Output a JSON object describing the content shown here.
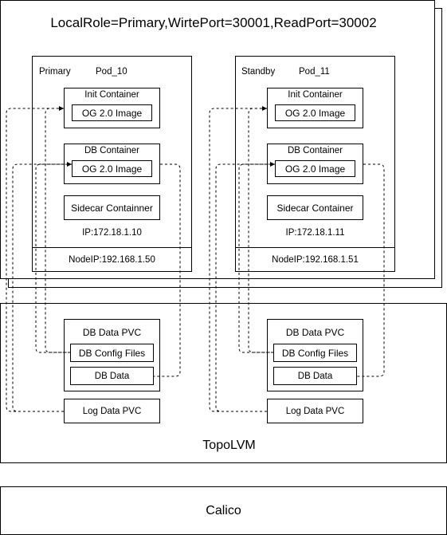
{
  "cluster": {
    "title": "LocalRole=Primary,WirtePort=30001,ReadPort=30002"
  },
  "pods": [
    {
      "role": "Primary",
      "name": "Pod_10",
      "init_container": "Init Container",
      "init_image": "OG 2.0 Image",
      "db_container": "DB Container",
      "db_image": "OG 2.0 Image",
      "sidecar": "Sidecar Containner",
      "ip": "IP:172.18.1.10",
      "node_ip": "NodeIP:192.168.1.50",
      "db_data_pvc": "DB Data PVC",
      "db_config_files": "DB Config Files",
      "db_data": "DB Data",
      "log_data_pvc": "Log Data PVC"
    },
    {
      "role": "Standby",
      "name": "Pod_11",
      "init_container": "Init Container",
      "init_image": "OG 2.0 Image",
      "db_container": "DB Container",
      "db_image": "OG 2.0 Image",
      "sidecar": "Sidecar Container",
      "ip": "IP:172.18.1.11",
      "node_ip": "NodeIP:192.168.1.51",
      "db_data_pvc": "DB Data PVC",
      "db_config_files": "DB Config Files",
      "db_data": "DB Data",
      "log_data_pvc": "Log Data PVC"
    }
  ],
  "topolvm": {
    "label": "TopoLVM"
  },
  "calico": {
    "label": "Calico"
  }
}
